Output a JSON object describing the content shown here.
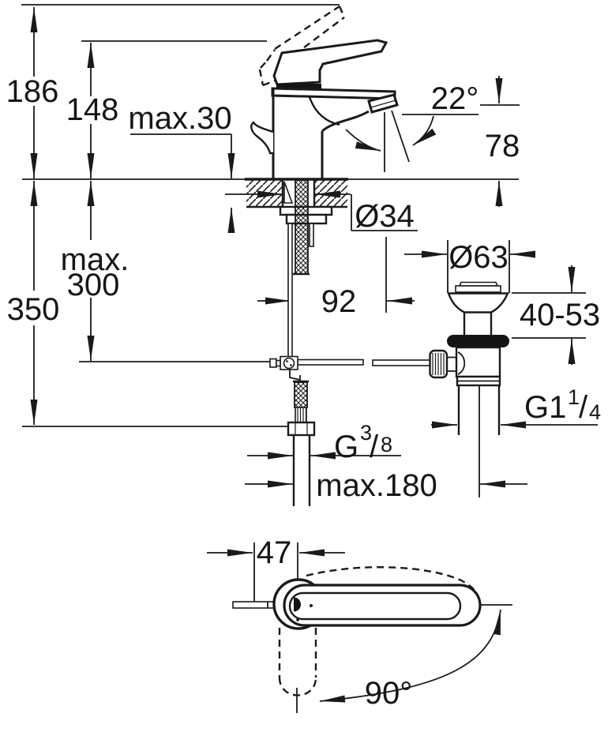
{
  "drawing": {
    "kind": "technical-dimension-drawing",
    "subject": "single-lever basin mixer with pop-up waste",
    "colors": {
      "line": "#1a1a1a",
      "background": "#ffffff"
    },
    "views": {
      "side_view": {
        "labels": {
          "total_height": "186",
          "spout_tip_height": "148",
          "max_mounting_thickness": "max.30",
          "spout_angle": "22°",
          "outlet_height": "78",
          "hole_diameter": "Ø34",
          "rod_max_word": "max.",
          "rod_max_value": "300",
          "hose_length": "350",
          "spout_reach": "92",
          "waste_flange_diameter": "Ø63",
          "clamping_range": "40-53",
          "waste_thread_base": "G1",
          "waste_thread_sup": "1",
          "waste_thread_slash": "/",
          "waste_thread_sub": "4",
          "supply_thread_base": "G",
          "supply_thread_sup": "3",
          "supply_thread_slash": "/",
          "supply_thread_sub": "8",
          "max_connection_spread": "max.180"
        }
      },
      "top_view": {
        "labels": {
          "handle_offset": "47",
          "handle_swivel_angle": "90°"
        }
      }
    }
  }
}
